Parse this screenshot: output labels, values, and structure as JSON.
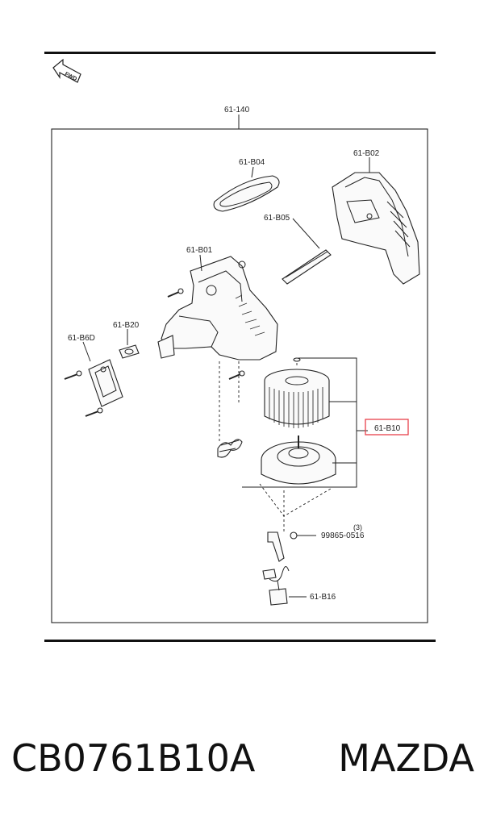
{
  "labels": {
    "fwd": "FWD",
    "assembly": "61-140",
    "b04": "61-B04",
    "b02": "61-B02",
    "b05": "61-B05",
    "b01": "61-B01",
    "b20": "61-B20",
    "b60": "61-B6D",
    "b10": "61-B10",
    "screw": "99865-0516",
    "screw_qty": "(3)",
    "b16": "61-B16"
  },
  "highlight_color": "#e8404a",
  "caption": {
    "part_number": "CB0761B10A",
    "brand": "MAZDA"
  }
}
